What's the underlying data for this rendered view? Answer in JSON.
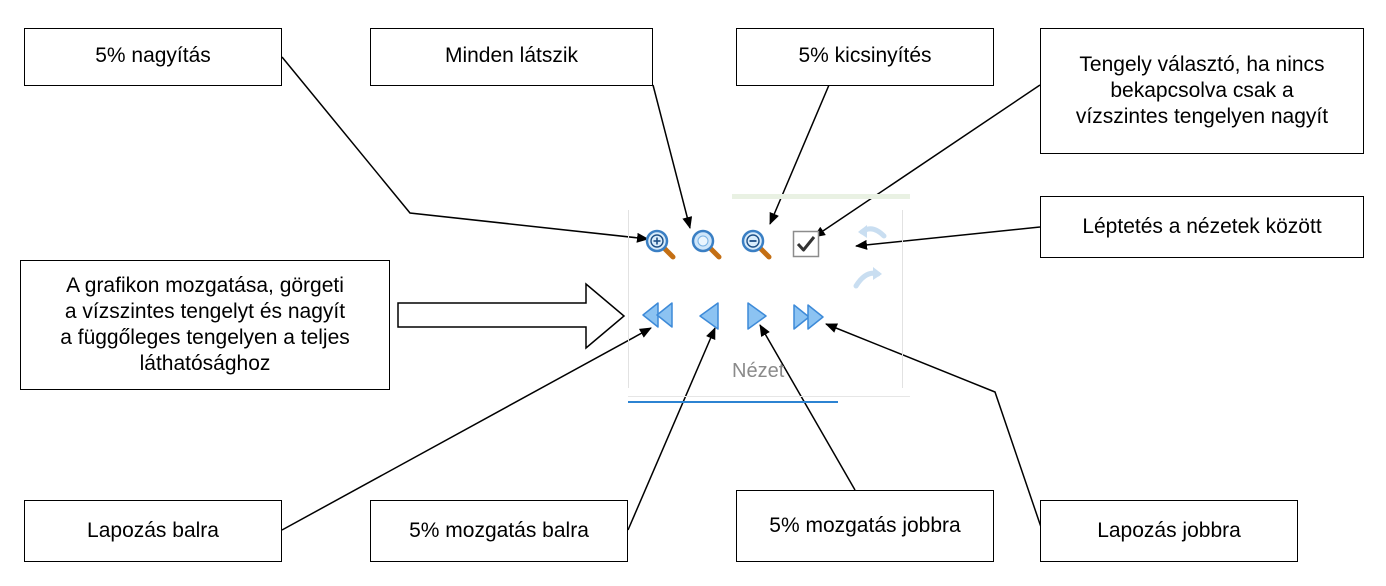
{
  "callouts": {
    "zoom_in": "5% nagyítás",
    "fit_all": "Minden látszik",
    "zoom_out": "5% kicsinyítés",
    "axis_selector": "Tengely választó, ha nincs\nbekapcsolva csak a\nvízszintes tengelyen nagyít",
    "view_step": "Léptetés a nézetek között",
    "pan_chart": "A grafikon mozgatása, görgeti\na vízszintes tengelyt és nagyít\na függőleges tengelyen a teljes\nláthatósághoz",
    "page_left": "Lapozás balra",
    "move_left": "5% mozgatás balra",
    "move_right": "5% mozgatás jobbra",
    "page_right": "Lapozás jobbra"
  },
  "ribbon": {
    "group_label": "Nézet",
    "axis_checkbox_checked": true
  },
  "icons": {
    "zoom_in": "zoom-in-icon",
    "zoom_fit": "zoom-fit-icon",
    "zoom_out": "zoom-out-icon",
    "undo": "undo-arrow-icon",
    "redo": "redo-arrow-icon",
    "page_left": "double-left-arrow-icon",
    "move_left": "left-arrow-icon",
    "move_right": "right-arrow-icon",
    "page_right": "double-right-arrow-icon"
  },
  "colors": {
    "arrow_blue": "#5aa6ea",
    "lens_orange": "#d9821f",
    "group_underline": "#2c83d2"
  }
}
